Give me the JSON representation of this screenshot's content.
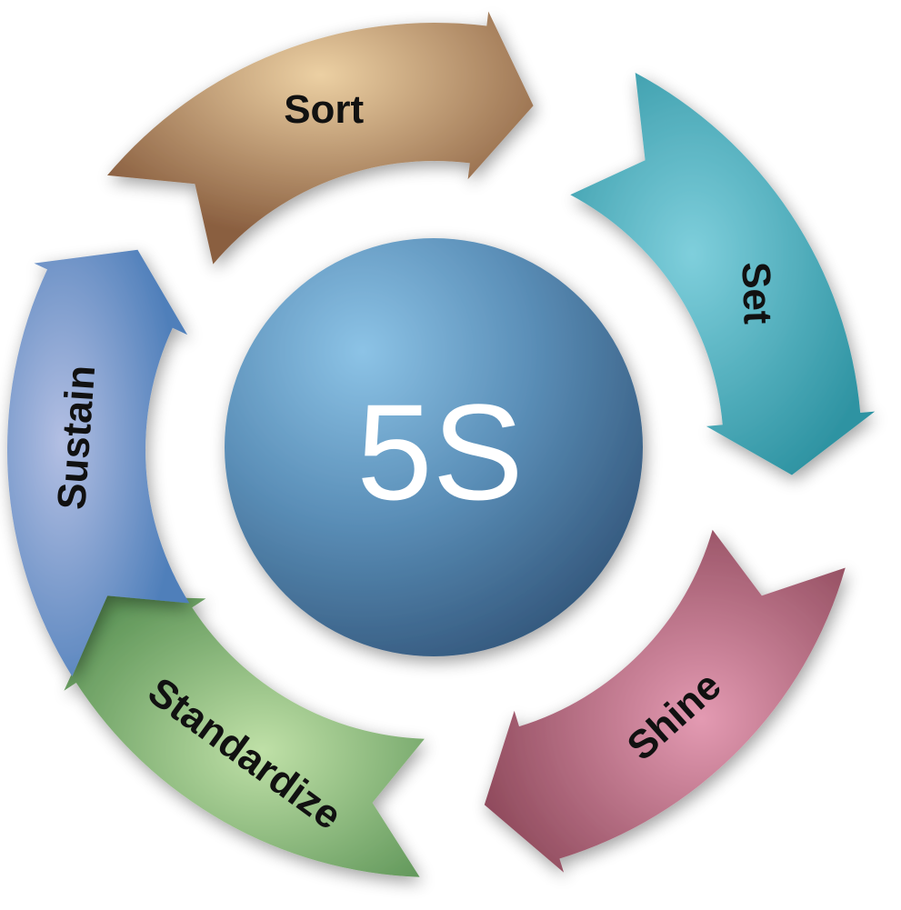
{
  "center": {
    "label": "5S",
    "colors": {
      "highlight": "#8cc3e6",
      "mid": "#5b8fb8",
      "edge": "#34587d"
    }
  },
  "segments": [
    {
      "id": "sort",
      "label": "Sort",
      "colors": {
        "highlight": "#ecd0a3",
        "edge": "#8a5f40"
      }
    },
    {
      "id": "set",
      "label": "Set",
      "colors": {
        "highlight": "#7fcfdc",
        "edge": "#2e93a2"
      }
    },
    {
      "id": "shine",
      "label": "Shine",
      "colors": {
        "highlight": "#e39ab2",
        "edge": "#8f4a5c"
      }
    },
    {
      "id": "standardize",
      "label": "Standardize",
      "colors": {
        "highlight": "#bfe0a7",
        "edge": "#5e9558"
      }
    },
    {
      "id": "sustain",
      "label": "Sustain",
      "colors": {
        "highlight": "#b3bfe3",
        "edge": "#4f7fba"
      }
    }
  ]
}
